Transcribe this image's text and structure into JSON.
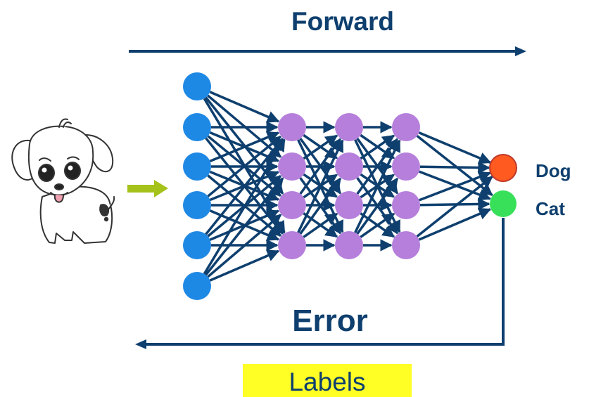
{
  "header": {
    "forward_label": "Forward"
  },
  "footer": {
    "error_label": "Error",
    "labels_label": "Labels"
  },
  "outputs": [
    {
      "label": "Dog"
    },
    {
      "label": "Cat"
    }
  ],
  "colors": {
    "arrow": "#0e3f6e",
    "input_node": "#1e88e5",
    "hidden_node": "#b57fdb",
    "output_dog": "#ff5a1f",
    "output_cat": "#38e05a",
    "input_arrow": "#a5c21a",
    "label_highlight": "#ffff26",
    "text": "#0e3f6e"
  },
  "illustration": {
    "name": "puppy",
    "icon": "dog-cartoon"
  }
}
